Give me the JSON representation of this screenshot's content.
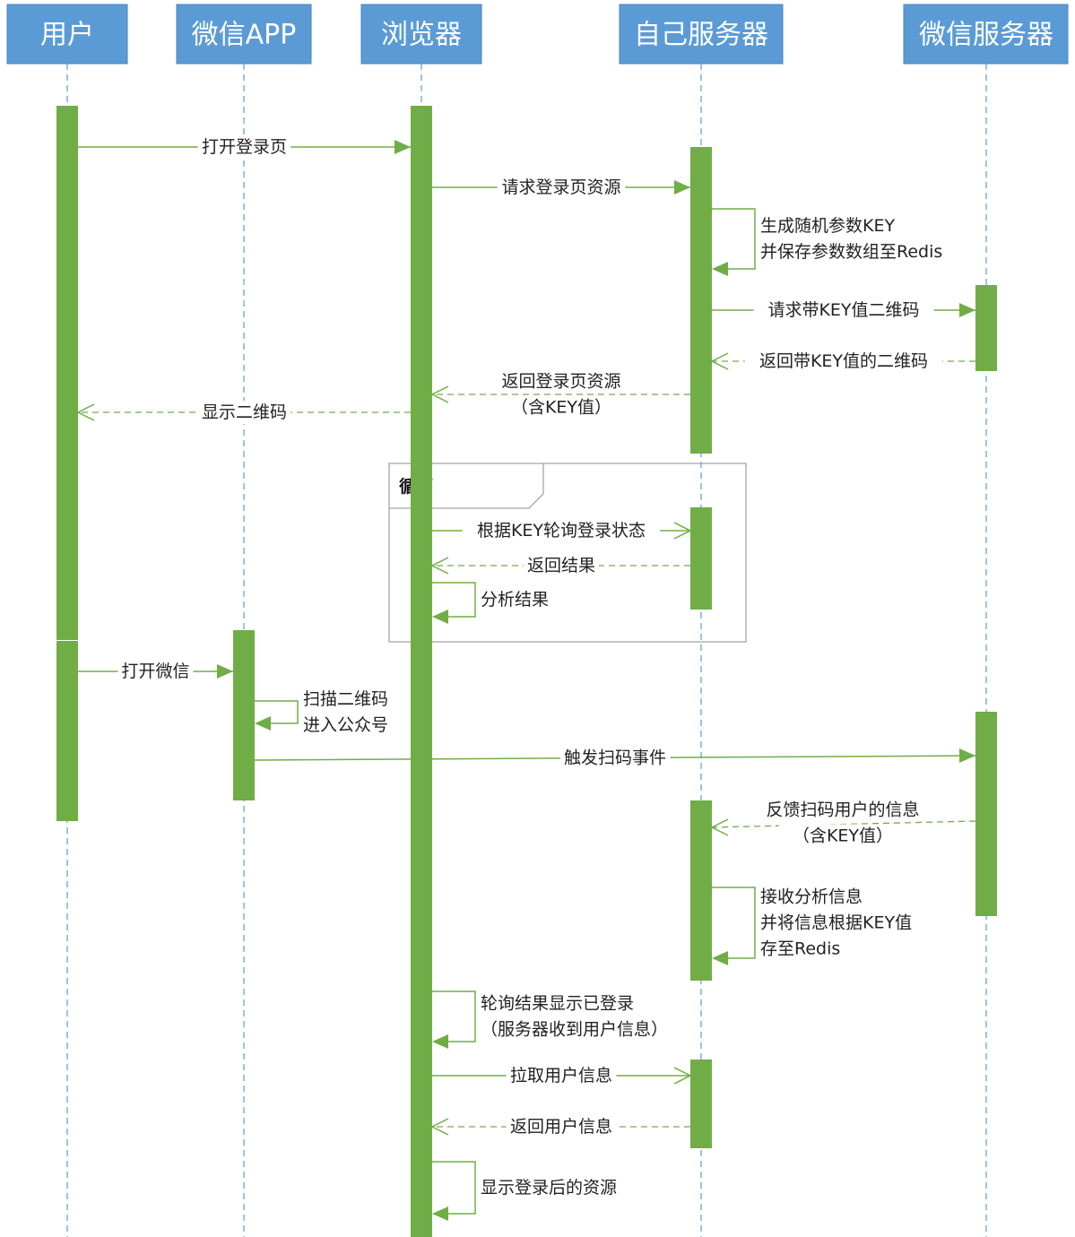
{
  "actors": [
    {
      "id": "user",
      "label": "用户"
    },
    {
      "id": "wxapp",
      "label": "微信APP"
    },
    {
      "id": "browser",
      "label": "浏览器"
    },
    {
      "id": "own",
      "label": "自己服务器"
    },
    {
      "id": "wxserver",
      "label": "微信服务器"
    }
  ],
  "loop_label": "循环",
  "messages": [
    {
      "id": "m1",
      "lines": [
        "打开登录页"
      ]
    },
    {
      "id": "m2",
      "lines": [
        "请求登录页资源"
      ]
    },
    {
      "id": "m3",
      "lines": [
        "生成随机参数KEY",
        "并保存参数数组至Redis"
      ]
    },
    {
      "id": "m4",
      "lines": [
        "请求带KEY值二维码"
      ]
    },
    {
      "id": "m5",
      "lines": [
        "返回带KEY值的二维码"
      ]
    },
    {
      "id": "m6",
      "lines": [
        "返回登录页资源",
        "（含KEY值）"
      ]
    },
    {
      "id": "m7",
      "lines": [
        "显示二维码"
      ]
    },
    {
      "id": "m8",
      "lines": [
        "根据KEY轮询登录状态"
      ]
    },
    {
      "id": "m9",
      "lines": [
        "返回结果"
      ]
    },
    {
      "id": "m10",
      "lines": [
        "分析结果"
      ]
    },
    {
      "id": "m11",
      "lines": [
        "打开微信"
      ]
    },
    {
      "id": "m12",
      "lines": [
        "扫描二维码",
        "进入公众号"
      ]
    },
    {
      "id": "m13",
      "lines": [
        "触发扫码事件"
      ]
    },
    {
      "id": "m14",
      "lines": [
        "反馈扫码用户的信息",
        "（含KEY值）"
      ]
    },
    {
      "id": "m15",
      "lines": [
        "接收分析信息",
        "并将信息根据KEY值",
        "存至Redis"
      ]
    },
    {
      "id": "m16",
      "lines": [
        "轮询结果显示已登录",
        "（服务器收到用户信息）"
      ]
    },
    {
      "id": "m17",
      "lines": [
        "拉取用户信息"
      ]
    },
    {
      "id": "m18",
      "lines": [
        "返回用户信息"
      ]
    },
    {
      "id": "m19",
      "lines": [
        "显示登录后的资源"
      ]
    }
  ]
}
